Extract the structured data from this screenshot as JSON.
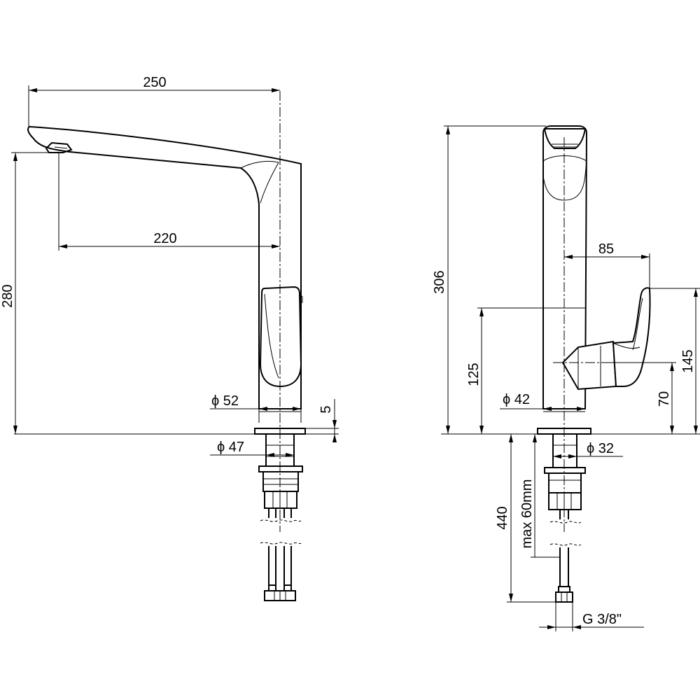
{
  "drawing": {
    "left_view": {
      "spout_length": "250",
      "spout_reach": "220",
      "height": "280",
      "base_diameter": "ϕ 52",
      "base_thickness": "5",
      "flange_diameter": "ϕ 47"
    },
    "right_view": {
      "total_height": "306",
      "lever_offset": "85",
      "lever_center_height": "125",
      "lever_top_height": "145",
      "lever_base_height": "70",
      "body_diameter": "ϕ 42",
      "shank_diameter": "ϕ 32",
      "hose_length": "440",
      "max_countertop": "max 60mm",
      "connection_thread": "G 3/8\""
    }
  }
}
